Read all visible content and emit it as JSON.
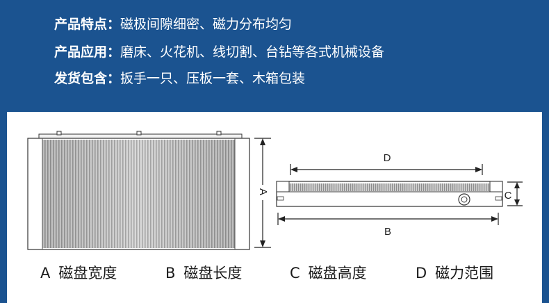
{
  "features": [
    {
      "label": "产品特点：",
      "value": "磁极间隙细密、磁力分布均匀"
    },
    {
      "label": "产品应用：",
      "value": "磨床、火花机、线切割、台钻等各式机械设备"
    },
    {
      "label": "发货包含：",
      "value": "扳手一只、压板一套、木箱包装"
    }
  ],
  "diagram": {
    "dim_a": "A",
    "dim_b": "B",
    "dim_c": "C",
    "dim_d": "D"
  },
  "captions": [
    {
      "letter": "A",
      "text": "磁盘宽度"
    },
    {
      "letter": "B",
      "text": "磁盘长度"
    },
    {
      "letter": "C",
      "text": "磁盘高度"
    },
    {
      "letter": "D",
      "text": "磁力范围"
    }
  ],
  "colors": {
    "header_bg": "#1b5390",
    "panel_bg": "#ffffff",
    "line": "#222222"
  }
}
